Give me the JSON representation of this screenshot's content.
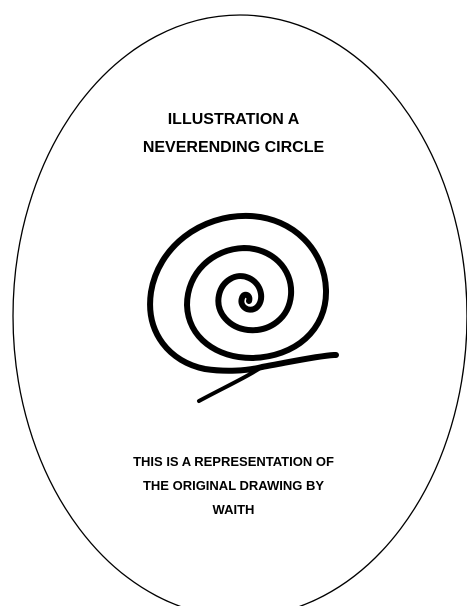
{
  "illustration": {
    "title_lines": [
      "ILLUSTRATION A",
      "NEVERENDING CIRCLE"
    ],
    "caption_lines": [
      "THIS IS A REPRESENTATION OF",
      "THE ORIGINAL DRAWING BY",
      "WAITH"
    ],
    "spiral_icon": "hand-drawn-spiral",
    "stroke_color": "#000000",
    "background_color": "#ffffff"
  }
}
